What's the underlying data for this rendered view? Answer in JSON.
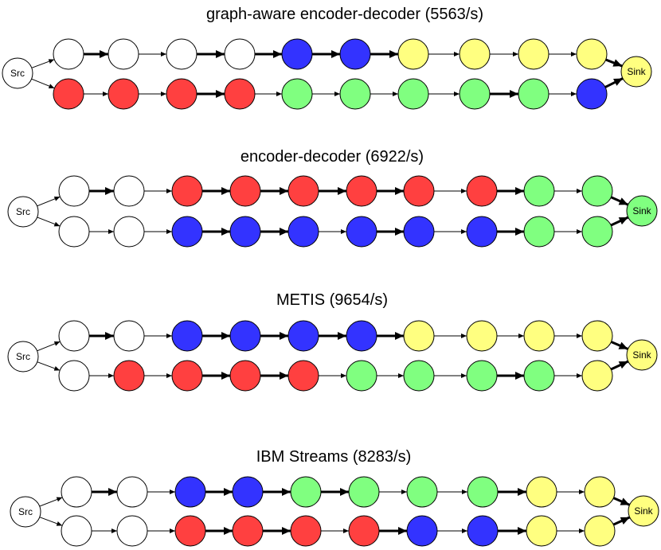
{
  "colors": {
    "white": "#ffffff",
    "blue": "#3333ff",
    "yellow": "#ffff80",
    "red": "#ff4040",
    "green": "#80ff80"
  },
  "panels": [
    {
      "title": "graph-aware encoder-decoder (5563/s)",
      "source": {
        "label": "Src",
        "color": "white"
      },
      "sink": {
        "label": "Sink",
        "color": "yellow"
      },
      "rows": [
        {
          "nodes": [
            "white",
            "white",
            "white",
            "white",
            "blue",
            "blue",
            "yellow",
            "yellow",
            "yellow",
            "yellow"
          ],
          "edges": [
            "thin",
            "thick",
            "thin",
            "thick",
            "thick",
            "thick",
            "thick",
            "thin",
            "thin",
            "thin"
          ],
          "sink_edge": "thick"
        },
        {
          "nodes": [
            "red",
            "red",
            "red",
            "red",
            "green",
            "green",
            "green",
            "green",
            "green",
            "blue"
          ],
          "edges": [
            "thin",
            "thin",
            "thin",
            "thick",
            "thin",
            "thin",
            "thin",
            "thin",
            "thick",
            "thin"
          ],
          "sink_edge": "thick"
        }
      ]
    },
    {
      "title": "encoder-decoder (6922/s)",
      "source": {
        "label": "Src",
        "color": "white"
      },
      "sink": {
        "label": "Sink",
        "color": "green"
      },
      "rows": [
        {
          "nodes": [
            "white",
            "white",
            "red",
            "red",
            "red",
            "red",
            "red",
            "red",
            "green",
            "green"
          ],
          "edges": [
            "thin",
            "thick",
            "thin",
            "thick",
            "thick",
            "thick",
            "thick",
            "thin",
            "thick",
            "thin"
          ],
          "sink_edge": "thick"
        },
        {
          "nodes": [
            "white",
            "white",
            "blue",
            "blue",
            "blue",
            "blue",
            "blue",
            "blue",
            "green",
            "green"
          ],
          "edges": [
            "thin",
            "thin",
            "thin",
            "thick",
            "thick",
            "thin",
            "thick",
            "thin",
            "thick",
            "thin"
          ],
          "sink_edge": "thick"
        }
      ]
    },
    {
      "title": "METIS (9654/s)",
      "source": {
        "label": "Src",
        "color": "white"
      },
      "sink": {
        "label": "Sink",
        "color": "yellow"
      },
      "rows": [
        {
          "nodes": [
            "white",
            "white",
            "blue",
            "blue",
            "blue",
            "blue",
            "yellow",
            "yellow",
            "yellow",
            "yellow"
          ],
          "edges": [
            "thin",
            "thick",
            "thin",
            "thick",
            "thick",
            "thick",
            "thick",
            "thin",
            "thin",
            "thin"
          ],
          "sink_edge": "thick"
        },
        {
          "nodes": [
            "white",
            "red",
            "red",
            "red",
            "red",
            "green",
            "green",
            "green",
            "green",
            "yellow"
          ],
          "edges": [
            "thin",
            "thin",
            "thin",
            "thick",
            "thick",
            "thin",
            "thin",
            "thin",
            "thick",
            "thin"
          ],
          "sink_edge": "thick"
        }
      ]
    },
    {
      "title": "IBM Streams (8283/s)",
      "source": {
        "label": "Src",
        "color": "white"
      },
      "sink": {
        "label": "Sink",
        "color": "yellow"
      },
      "rows": [
        {
          "nodes": [
            "white",
            "white",
            "blue",
            "blue",
            "green",
            "green",
            "green",
            "green",
            "yellow",
            "yellow"
          ],
          "edges": [
            "thin",
            "thick",
            "thin",
            "thick",
            "thick",
            "thick",
            "thin",
            "thin",
            "thick",
            "thin"
          ],
          "sink_edge": "thick"
        },
        {
          "nodes": [
            "white",
            "white",
            "red",
            "red",
            "red",
            "red",
            "blue",
            "blue",
            "yellow",
            "yellow"
          ],
          "edges": [
            "thin",
            "thin",
            "thin",
            "thick",
            "thick",
            "thin",
            "thick",
            "thin",
            "thick",
            "thin"
          ],
          "sink_edge": "thick"
        }
      ]
    }
  ]
}
